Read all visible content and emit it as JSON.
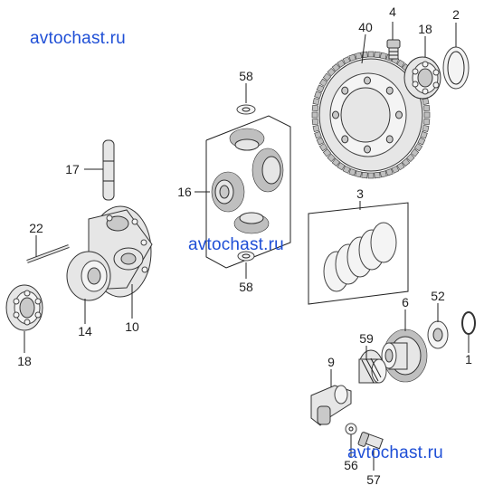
{
  "watermarks": [
    "avtochast.ru",
    "avtochast.ru",
    "avtochast.ru"
  ],
  "callouts": [
    {
      "id": "c4",
      "text": "4"
    },
    {
      "id": "c2",
      "text": "2"
    },
    {
      "id": "c40",
      "text": "40"
    },
    {
      "id": "c18a",
      "text": "18"
    },
    {
      "id": "c58a",
      "text": "58"
    },
    {
      "id": "c17",
      "text": "17"
    },
    {
      "id": "c16",
      "text": "16"
    },
    {
      "id": "c3",
      "text": "3"
    },
    {
      "id": "c22",
      "text": "22"
    },
    {
      "id": "c58b",
      "text": "58"
    },
    {
      "id": "c14",
      "text": "14"
    },
    {
      "id": "c10",
      "text": "10"
    },
    {
      "id": "c18b",
      "text": "18"
    },
    {
      "id": "c6",
      "text": "6"
    },
    {
      "id": "c52",
      "text": "52"
    },
    {
      "id": "c59",
      "text": "59"
    },
    {
      "id": "c9",
      "text": "9"
    },
    {
      "id": "c1",
      "text": "1"
    },
    {
      "id": "c56",
      "text": "56"
    },
    {
      "id": "c57",
      "text": "57"
    }
  ]
}
